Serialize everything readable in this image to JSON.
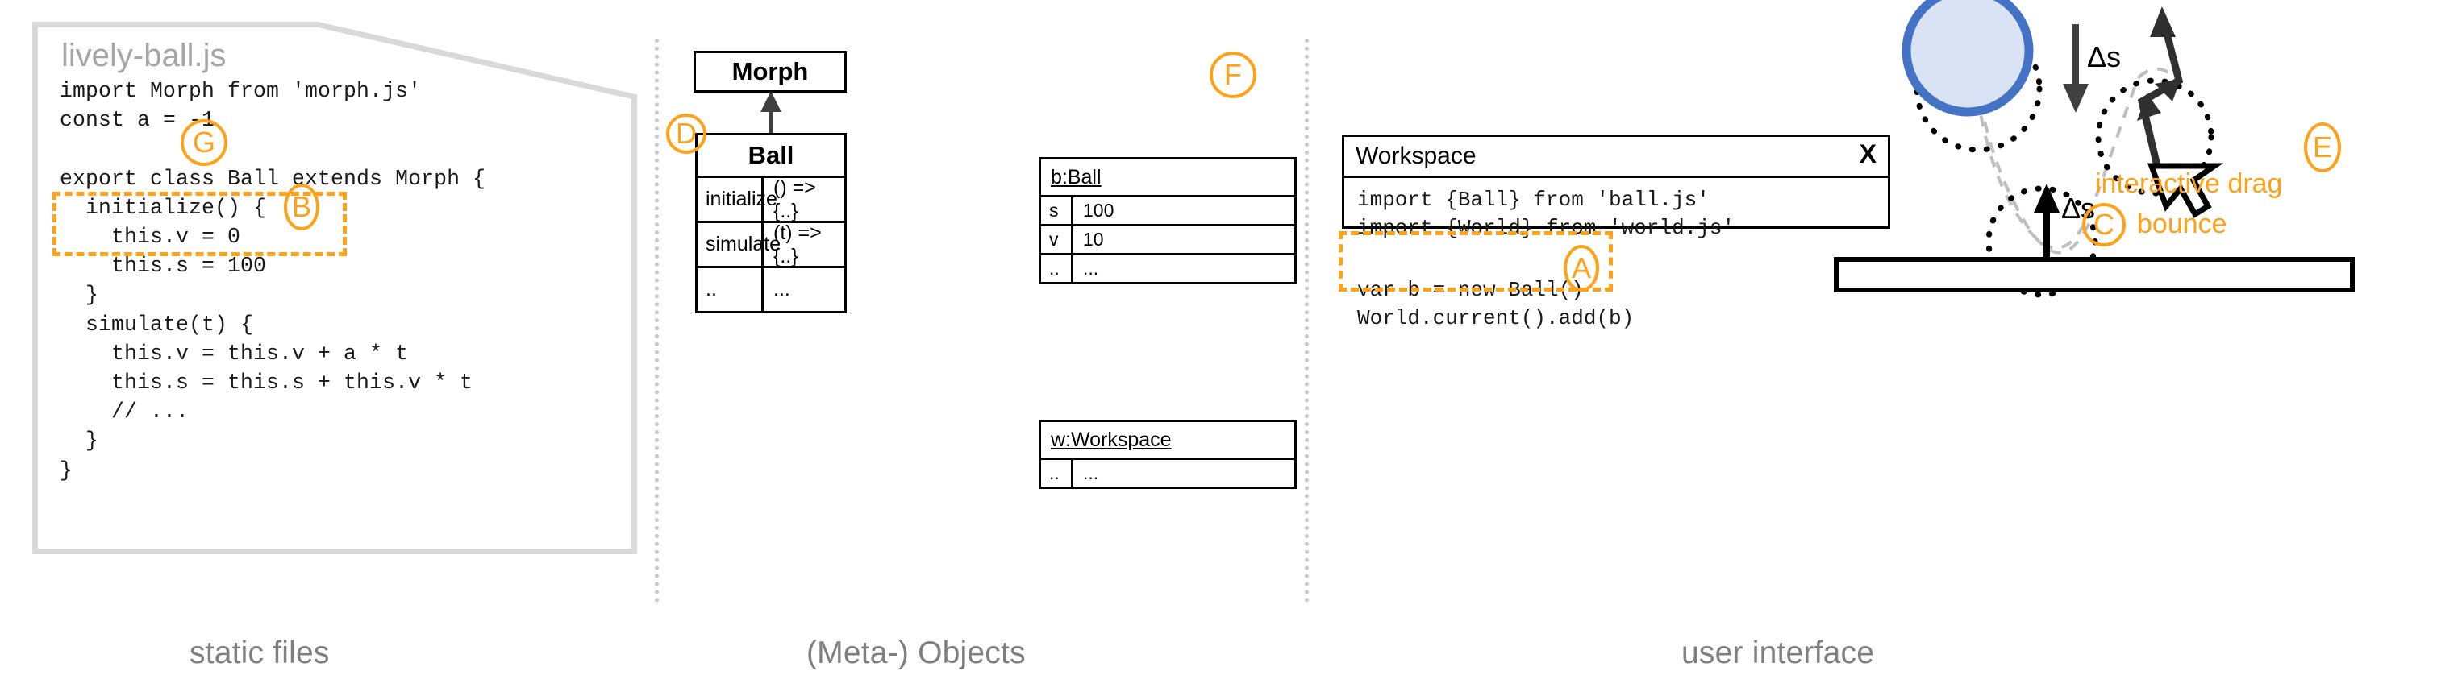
{
  "panels": {
    "static_files": {
      "caption": "static files",
      "file": {
        "name": "lively-ball.js",
        "code": "import Morph from 'morph.js'\nconst a = -1\n\nexport class Ball extends Morph {\n  initialize() {\n    this.v = 0\n    this.s = 100\n  }\n  simulate(t) {\n    this.v = this.v + a * t\n    this.s = this.s + this.v * t\n    // ...\n  }\n}"
      }
    },
    "meta_objects": {
      "caption": "(Meta-) Objects",
      "class_morph": {
        "name": "Morph"
      },
      "class_ball": {
        "name": "Ball",
        "rows": [
          {
            "key": "initialize",
            "value": "() => {..}"
          },
          {
            "key": "simulate",
            "value": "(t) => {..}"
          },
          {
            "key": "..",
            "value": "..."
          }
        ]
      },
      "object_ball": {
        "title": "b:Ball",
        "rows": [
          {
            "key": "s",
            "value": "100"
          },
          {
            "key": "v",
            "value": "10"
          },
          {
            "key": "..",
            "value": "..."
          }
        ]
      },
      "object_workspace": {
        "title": "w:Workspace",
        "rows": [
          {
            "key": "..",
            "value": "..."
          }
        ]
      }
    },
    "user_interface": {
      "caption": "user interface",
      "workspace_window": {
        "title": "Workspace",
        "close_label": "X",
        "code_top": "import {Ball} from 'ball.js'\nimport {World} from 'world.js'",
        "code_bottom": "var b = new Ball()\nWorld.current().add(b)"
      },
      "scene": {
        "delta_s_label_top": "Δs",
        "delta_s_label_bottom": "Δs"
      }
    }
  },
  "markers": [
    {
      "id": "A",
      "letter": "A"
    },
    {
      "id": "B",
      "letter": "B"
    },
    {
      "id": "C",
      "letter": "C"
    },
    {
      "id": "D",
      "letter": "D"
    },
    {
      "id": "E",
      "letter": "E"
    },
    {
      "id": "F",
      "letter": "F"
    },
    {
      "id": "G",
      "letter": "G"
    }
  ],
  "annotations": {
    "bounce": "bounce",
    "interactive_drag": "interactive drag"
  },
  "colors": {
    "accent_orange": "#ffa21a",
    "ball_stroke": "#4472c4",
    "ball_fill": "#dae3f3",
    "caption_gray": "#7f7f7f",
    "paper_border": "#d9d9d9",
    "divider_gray": "#c9c9c9",
    "text_black": "#000000",
    "arrow_dark": "#404040"
  }
}
